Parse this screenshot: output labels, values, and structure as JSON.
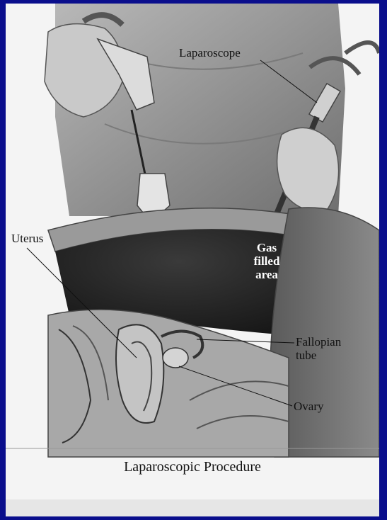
{
  "labels": {
    "laparoscope": "Laparoscope",
    "uterus": "Uterus",
    "gas_line1": "Gas",
    "gas_line2": "filled",
    "gas_line3": "area",
    "fallopian_line1": "Fallopian",
    "fallopian_line2": "tube",
    "ovary": "Ovary"
  },
  "caption": "Laparoscopic Procedure",
  "colors": {
    "frame": "#0a0e8c",
    "plate": "#f4f4f4",
    "body": "#8a8a8a",
    "cavity": "#2a2a2a"
  }
}
